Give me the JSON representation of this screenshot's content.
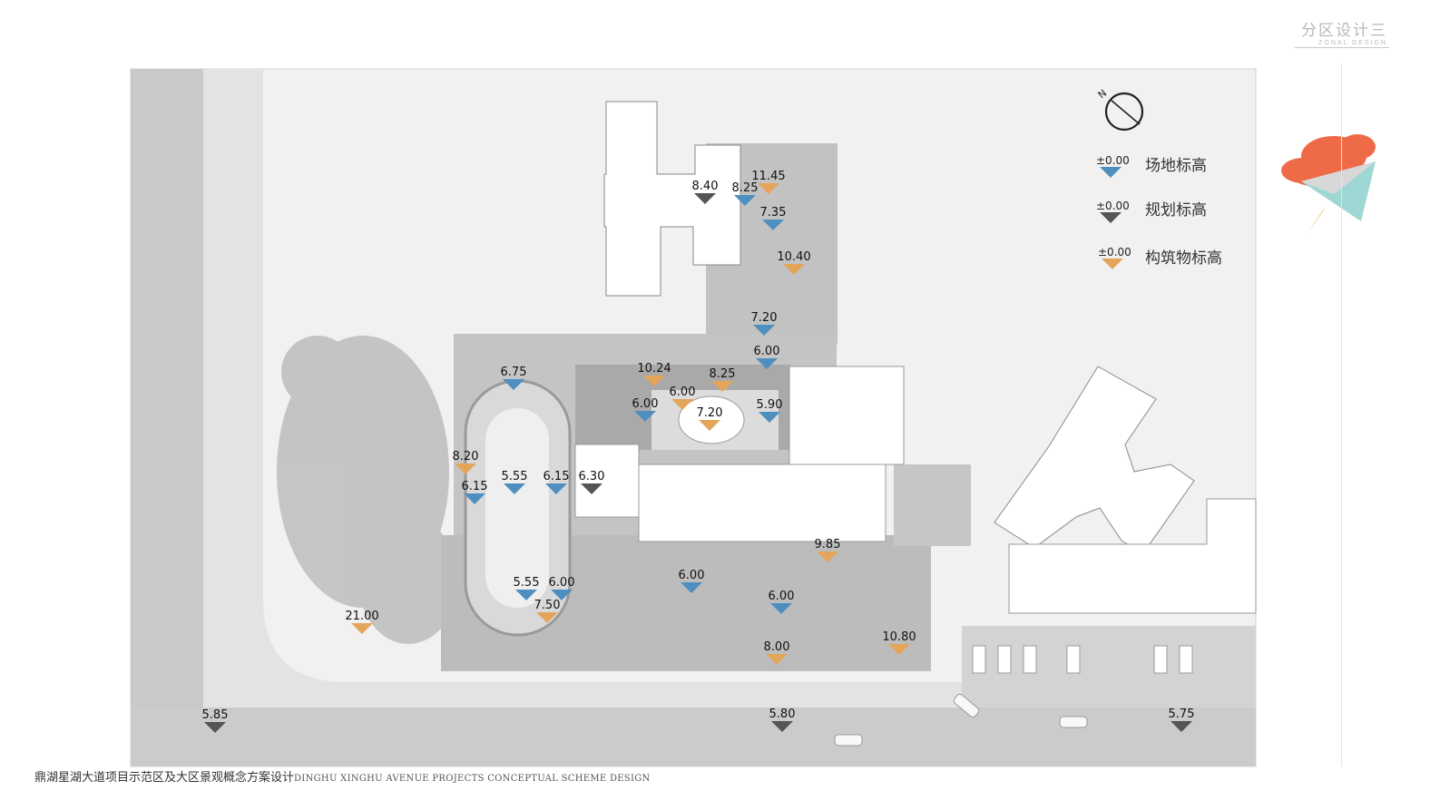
{
  "header": {
    "title_cn": "分区设计三",
    "title_en": "ZONAL DESIGN"
  },
  "footer": {
    "title_cn": "鼎湖星湖大道项目示范区及大区景观概念方案设计",
    "title_en": "DINGHU XINGHU AVENUE PROJECTS CONCEPTUAL SCHEME DESIGN"
  },
  "compass": {
    "label": "N"
  },
  "legend": [
    {
      "sample": "±0.00",
      "label": "场地标高",
      "kind": "site"
    },
    {
      "sample": "±0.00",
      "label": "规划标高",
      "kind": "plan"
    },
    {
      "sample": "±0.00",
      "label": "构筑物标高",
      "kind": "struct"
    }
  ],
  "colors": {
    "site": "#4f8fbf",
    "plan": "#555555",
    "struct": "#e3a55a",
    "cloud": "#ef6b47"
  },
  "elevations": [
    {
      "value": "8.40",
      "kind": "plan"
    },
    {
      "value": "8.25",
      "kind": "site"
    },
    {
      "value": "11.45",
      "kind": "struct"
    },
    {
      "value": "7.35",
      "kind": "site"
    },
    {
      "value": "10.40",
      "kind": "struct"
    },
    {
      "value": "7.20",
      "kind": "site"
    },
    {
      "value": "6.00",
      "kind": "site"
    },
    {
      "value": "6.75",
      "kind": "site"
    },
    {
      "value": "10.24",
      "kind": "struct"
    },
    {
      "value": "8.25",
      "kind": "struct"
    },
    {
      "value": "6.00",
      "kind": "struct"
    },
    {
      "value": "6.00",
      "kind": "site"
    },
    {
      "value": "7.20",
      "kind": "struct"
    },
    {
      "value": "5.90",
      "kind": "site"
    },
    {
      "value": "8.20",
      "kind": "struct"
    },
    {
      "value": "6.15",
      "kind": "site"
    },
    {
      "value": "5.55",
      "kind": "site"
    },
    {
      "value": "6.15",
      "kind": "site"
    },
    {
      "value": "6.30",
      "kind": "plan"
    },
    {
      "value": "9.85",
      "kind": "struct"
    },
    {
      "value": "5.55",
      "kind": "site"
    },
    {
      "value": "6.00",
      "kind": "site"
    },
    {
      "value": "7.50",
      "kind": "struct"
    },
    {
      "value": "6.00",
      "kind": "site"
    },
    {
      "value": "6.00",
      "kind": "site"
    },
    {
      "value": "21.00",
      "kind": "struct"
    },
    {
      "value": "8.00",
      "kind": "struct"
    },
    {
      "value": "10.80",
      "kind": "struct"
    },
    {
      "value": "5.85",
      "kind": "plan"
    },
    {
      "value": "5.80",
      "kind": "plan"
    },
    {
      "value": "5.75",
      "kind": "plan"
    }
  ]
}
